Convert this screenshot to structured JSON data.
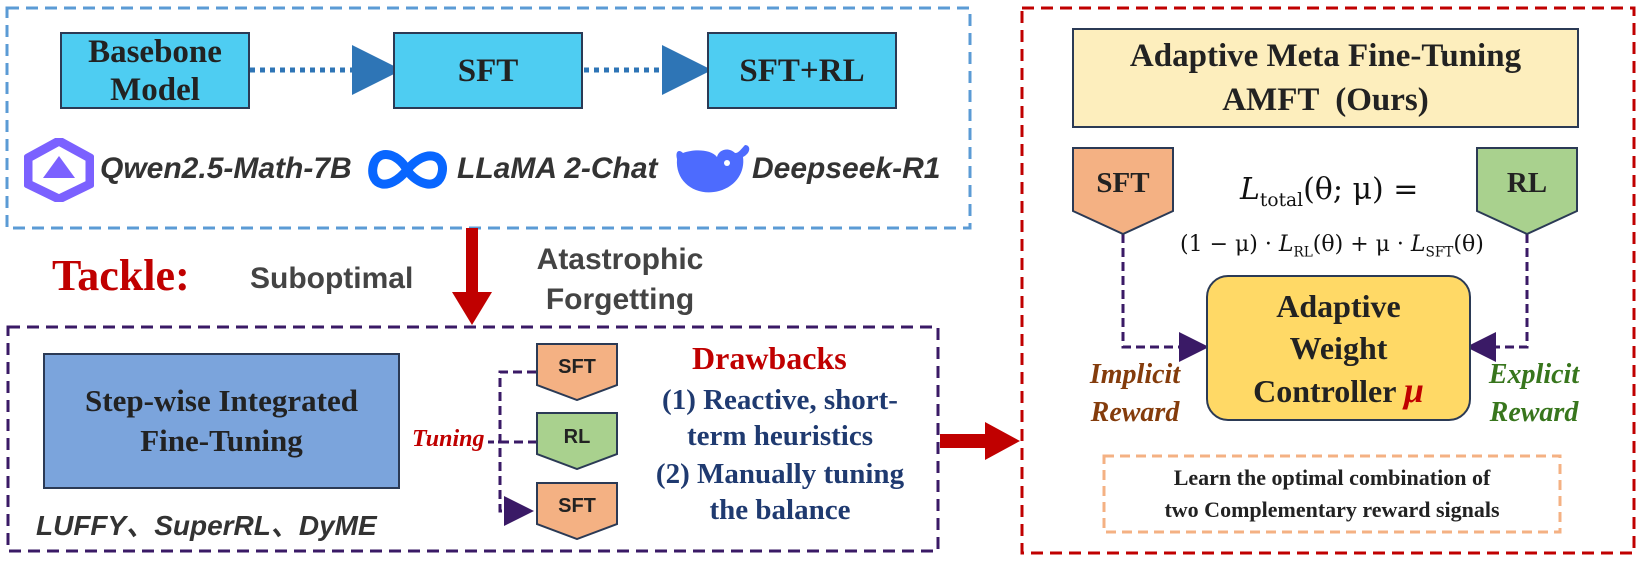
{
  "top_panel": {
    "base_model_line1": "Basebone",
    "base_model_line2": "Model",
    "sft": "SFT",
    "sft_rl": "SFT+RL",
    "models": [
      "Qwen2.5-Math-7B",
      "LLaMA 2-Chat",
      "Deepseek-R1"
    ]
  },
  "tackle": {
    "label": "Tackle:",
    "problem1": "Suboptimal",
    "problem2_line1": "Atastrophic",
    "problem2_line2": "Forgetting"
  },
  "bottom_panel": {
    "method_line1": "Step-wise Integrated",
    "method_line2": "Fine-Tuning",
    "examples": "LUFFY、SuperRL、DyME",
    "tuning": "Tuning",
    "steps": [
      "SFT",
      "RL",
      "SFT"
    ],
    "drawbacks_title": "Drawbacks",
    "drawback1_line1": "(1) Reactive, short-",
    "drawback1_line2": "term heuristics",
    "drawback2_line1": "(2) Manually tuning",
    "drawback2_line2": "the balance"
  },
  "right_panel": {
    "title_line1": "Adaptive Meta Fine-Tuning",
    "title_line2": "AMFT  (Ours)",
    "sft": "SFT",
    "rl": "RL",
    "loss_lhs": "L",
    "loss_lhs_sub": "total",
    "loss_args": "(θ; μ) =",
    "loss_rhs_a": "(1 − μ) · ",
    "loss_rl": "L",
    "loss_rl_sub": "RL",
    "loss_mid": "(θ) + μ · ",
    "loss_sft": "L",
    "loss_sft_sub": "SFT",
    "loss_end": "(θ)",
    "controller_line1": "Adaptive",
    "controller_line2": "Weight",
    "controller_line3": "Controller",
    "controller_mu": "μ",
    "implicit_line1": "Implicit",
    "implicit_line2": "Reward",
    "explicit_line1": "Explicit",
    "explicit_line2": "Reward",
    "summary_line1": "Learn the optimal combination of",
    "summary_line2": "two Complementary reward signals"
  },
  "colors": {
    "cyan": "#4ecdf2",
    "orange": "#f4b183",
    "green": "#a9d18e",
    "yellow": "#ffd966",
    "cream": "#fdeebd",
    "steel": "#7ba4dc",
    "red": "#c00000",
    "navy": "#1f3a70"
  }
}
